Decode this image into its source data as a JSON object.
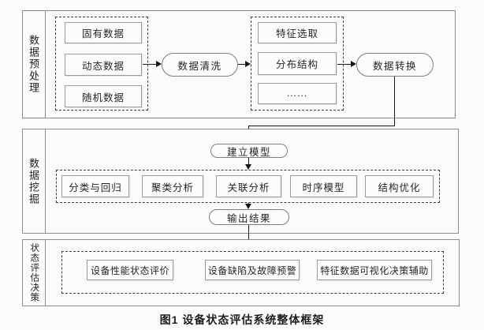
{
  "figure_caption": "图1  设备状态评估系统整体框架",
  "colors": {
    "ink": "#151515",
    "frame_gray": "#8d8d8d",
    "box_border": "#9b9b9b",
    "paper": "#fbfbf9"
  },
  "sections": {
    "preprocessing": {
      "label": "数据预处理",
      "source_group": [
        "固有数据",
        "动态数据",
        "随机数据"
      ],
      "clean_node": "数据清洗",
      "feature_group": [
        "特征选取",
        "分布结构",
        "……"
      ],
      "transform_node": "数据转换"
    },
    "mining": {
      "label": "数据挖掘",
      "build_node": "建立模型",
      "methods": [
        "分类与回归",
        "聚类分析",
        "关联分析",
        "时序模型",
        "结构优化"
      ],
      "output_node": "输出结果"
    },
    "decision": {
      "label": "状态评估决策",
      "items": [
        "设备性能状态评价",
        "设备缺陷及故障预警",
        "特征数据可视化决策辅助"
      ]
    }
  }
}
